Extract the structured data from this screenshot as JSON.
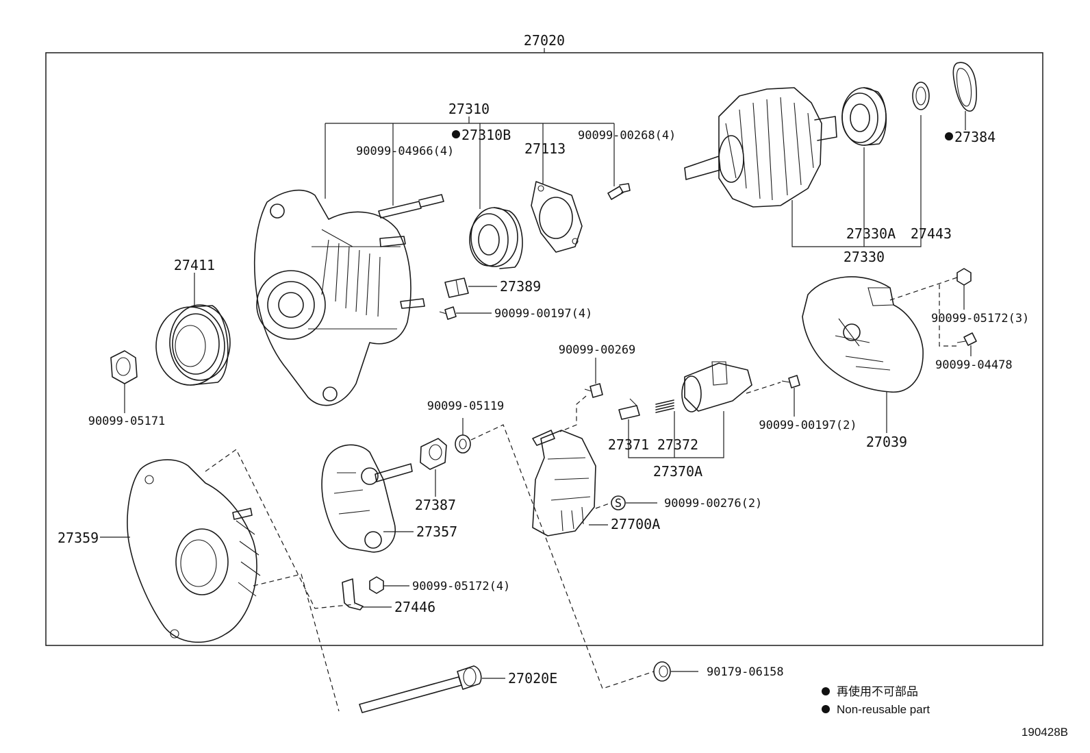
{
  "assembly": {
    "number": "27020"
  },
  "parts": {
    "p27310": "27310",
    "p27310B": "27310B",
    "p27113": "27113",
    "p90099_04966": "90099-04966(4)",
    "p90099_00268": "90099-00268(4)",
    "p27384": "27384",
    "p27330A": "27330A",
    "p27443": "27443",
    "p27330": "27330",
    "p27411": "27411",
    "p27389": "27389",
    "p90099_00197_4": "90099-00197(4)",
    "p90099_05172_3": "90099-05172(3)",
    "p90099_04478": "90099-04478",
    "p90099_00269": "90099-00269",
    "p90099_05171": "90099-05171",
    "p90099_05119": "90099-05119",
    "p27371": "27371",
    "p27372": "27372",
    "p27370A": "27370A",
    "p90099_00197_2": "90099-00197(2)",
    "p27039": "27039",
    "p27359": "27359",
    "p27387": "27387",
    "p27357": "27357",
    "p90099_00276": "90099-00276(2)",
    "p27700A": "27700A",
    "p90099_05172_4": "90099-05172(4)",
    "p27446": "27446",
    "p27020E": "27020E",
    "p90179_06158": "90179-06158"
  },
  "legend": {
    "jp": "再使用不可部品",
    "en": "Non-reusable part"
  },
  "figure_id": "190428B"
}
